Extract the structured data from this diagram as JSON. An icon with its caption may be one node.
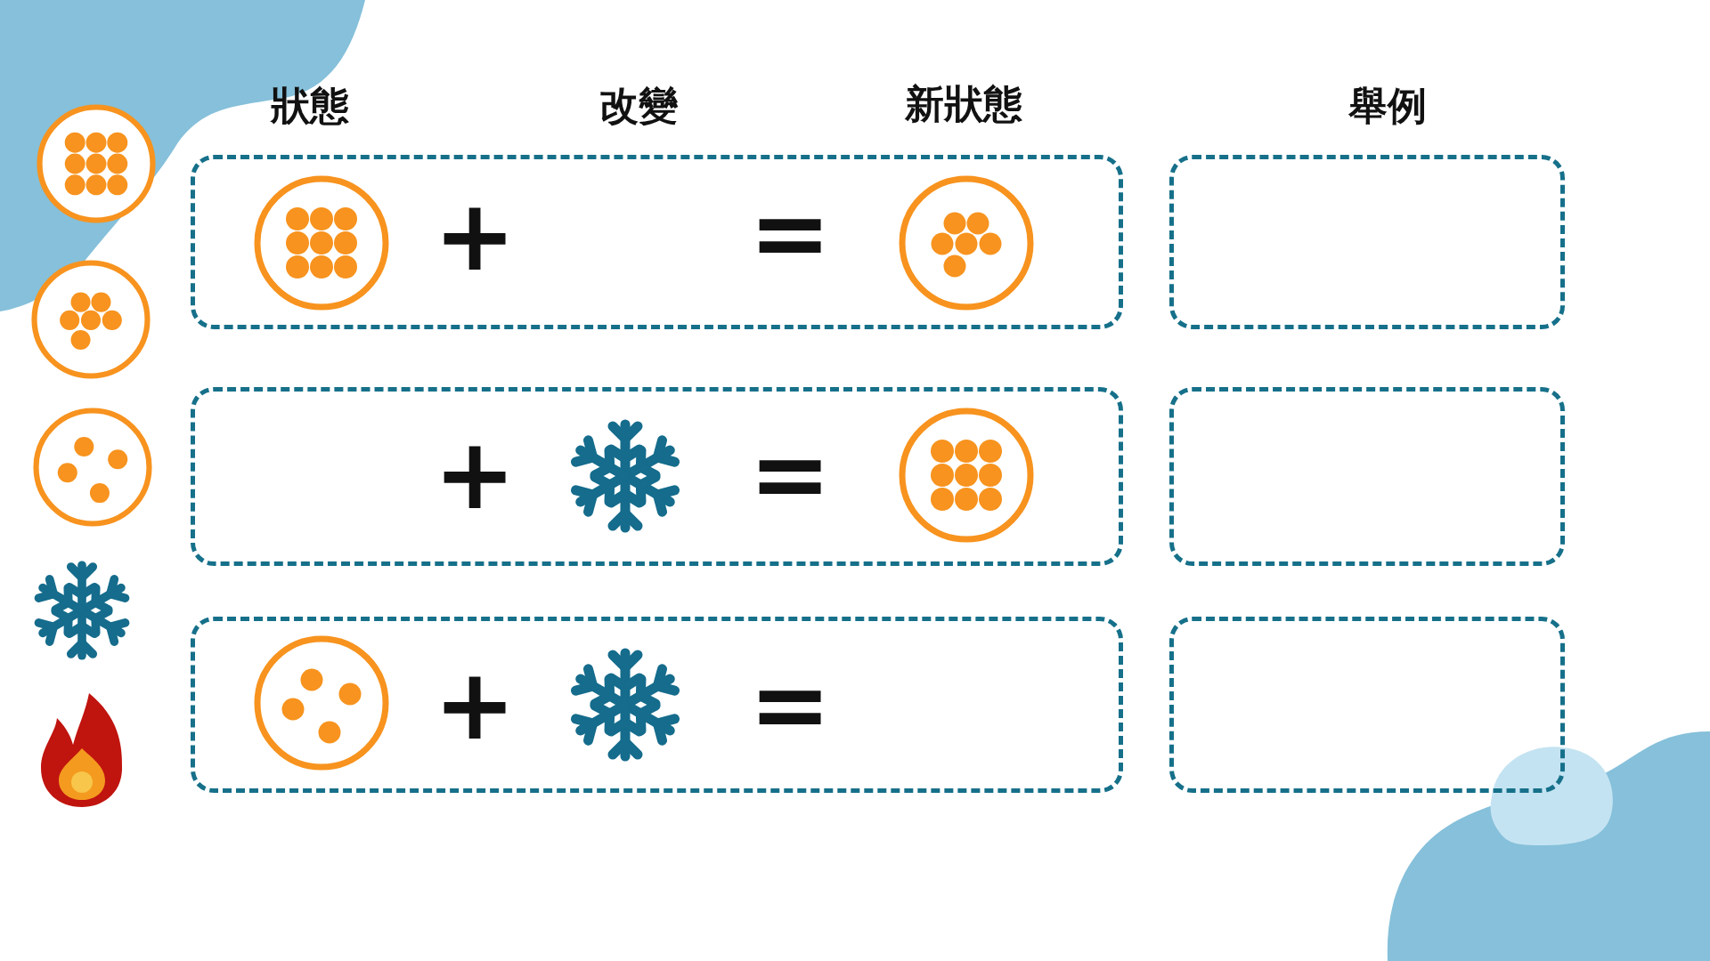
{
  "diagram": {
    "nodes": [
      {
        "text": [],
        "shape": "box"
      },
      {
        "text": [],
        "shape": "box"
      },
      {
        "text": [],
        "shape": "box"
      },
      {
        "text": [],
        "shape": "box"
      },
      {
        "text": [],
        "shape": "box"
      },
      {
        "text": [],
        "shape": "box"
      }
    ],
    "labels": [
      "狀態",
      "改變",
      "新狀態",
      "舉例",
      "+",
      "=",
      "+",
      "=",
      "+",
      "="
    ]
  }
}
